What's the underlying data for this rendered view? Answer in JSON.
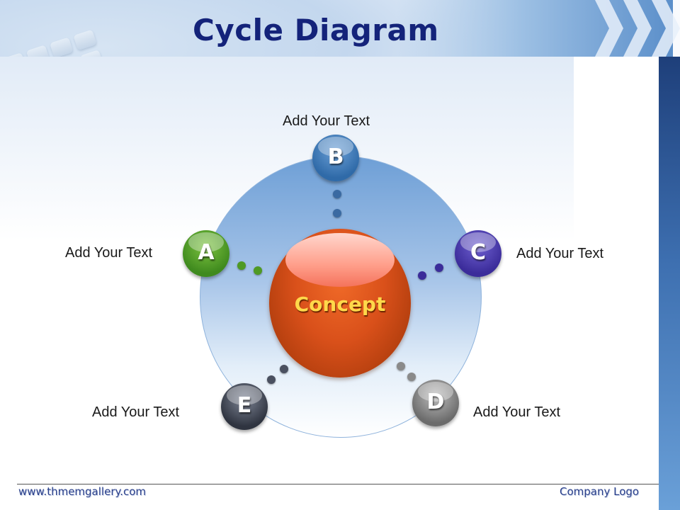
{
  "title": "Cycle Diagram",
  "center": {
    "label": "Concept"
  },
  "nodes": [
    {
      "letter": "A",
      "text": "Add Your Text",
      "color": "#3f8a1e"
    },
    {
      "letter": "B",
      "text": "Add Your Text",
      "color": "#2f6aa8"
    },
    {
      "letter": "C",
      "text": "Add Your Text",
      "color": "#3b2c9a"
    },
    {
      "letter": "D",
      "text": "Add Your Text",
      "color": "#6b6b6b"
    },
    {
      "letter": "E",
      "text": "Add Your Text",
      "color": "#3c4250"
    }
  ],
  "footer": {
    "website": "www.thmemgallery.com",
    "logo_text": "Company Logo"
  },
  "colors": {
    "title": "#14237a",
    "concept": "#d9501a",
    "concept_text": "#ffd84a"
  }
}
